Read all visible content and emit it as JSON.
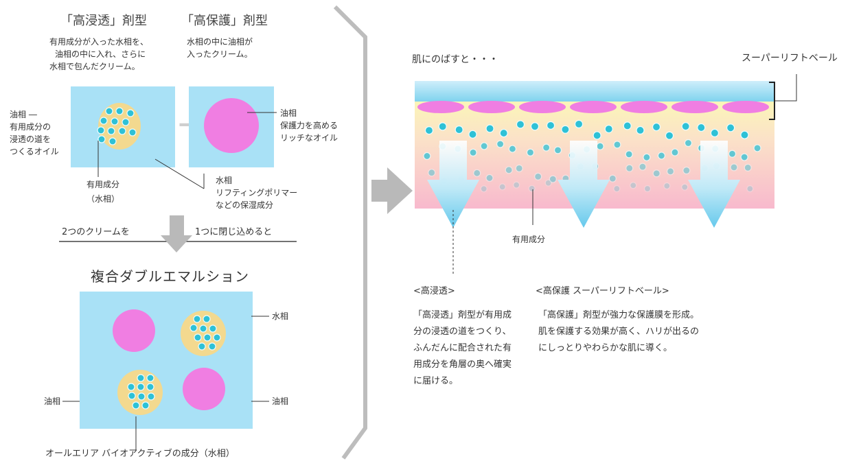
{
  "left": {
    "type_a": {
      "title": "「高浸透」剤型",
      "desc": [
        "有用成分が入った水相を、",
        "油相の中に入れ、さらに",
        "水相で包んだクリーム。"
      ]
    },
    "type_b": {
      "title": "「高保護」剤型",
      "desc": [
        "水相の中に油相が",
        "入ったクリーム。"
      ]
    },
    "label_oil_left": [
      "油相 ―",
      "有用成分の",
      "浸透の道を",
      "つくるオイル"
    ],
    "label_oil_right": [
      "油相",
      "保護力を高める",
      "リッチなオイル"
    ],
    "label_active": [
      "有用成分",
      "（水相）"
    ],
    "label_water": [
      "水相",
      "リフティングポリマー",
      "などの保湿成分"
    ],
    "combine_left": "2つのクリームを",
    "combine_right": "1つに閉じ込めると",
    "emulsion_title": "複合ダブルエマルション",
    "emulsion_water": "水相",
    "emulsion_oil_left": "油相",
    "emulsion_oil_right": "油相",
    "bottom_caption": "オールエリア バイオアクティブの成分（水相）"
  },
  "right": {
    "heading": "肌にのばすと・・・",
    "veil_label": "スーパーリフトベール",
    "active_label": "有用成分",
    "high_penetration": {
      "title": "<高浸透>",
      "body": "「高浸透」剤型が有用成分の浸透の道をつくり、ふんだんに配合された有用成分を角層の奥へ確実に届ける。"
    },
    "high_protection": {
      "title": "<高保護 スーパーリフトベール>",
      "body": "「高保護」剤型が強力な保護膜を形成。肌を保護する効果が高く、ハリが出るのにしっとりやわらかな肌に導く。"
    }
  },
  "colors": {
    "water_blue": "#a9e1f6",
    "oil_yellow": "#f3d98f",
    "pink": "#f07ee2",
    "dot_teal": "#2ec1d6",
    "gray": "#b9b9b9",
    "skin_pink": "#f8c2d2"
  }
}
